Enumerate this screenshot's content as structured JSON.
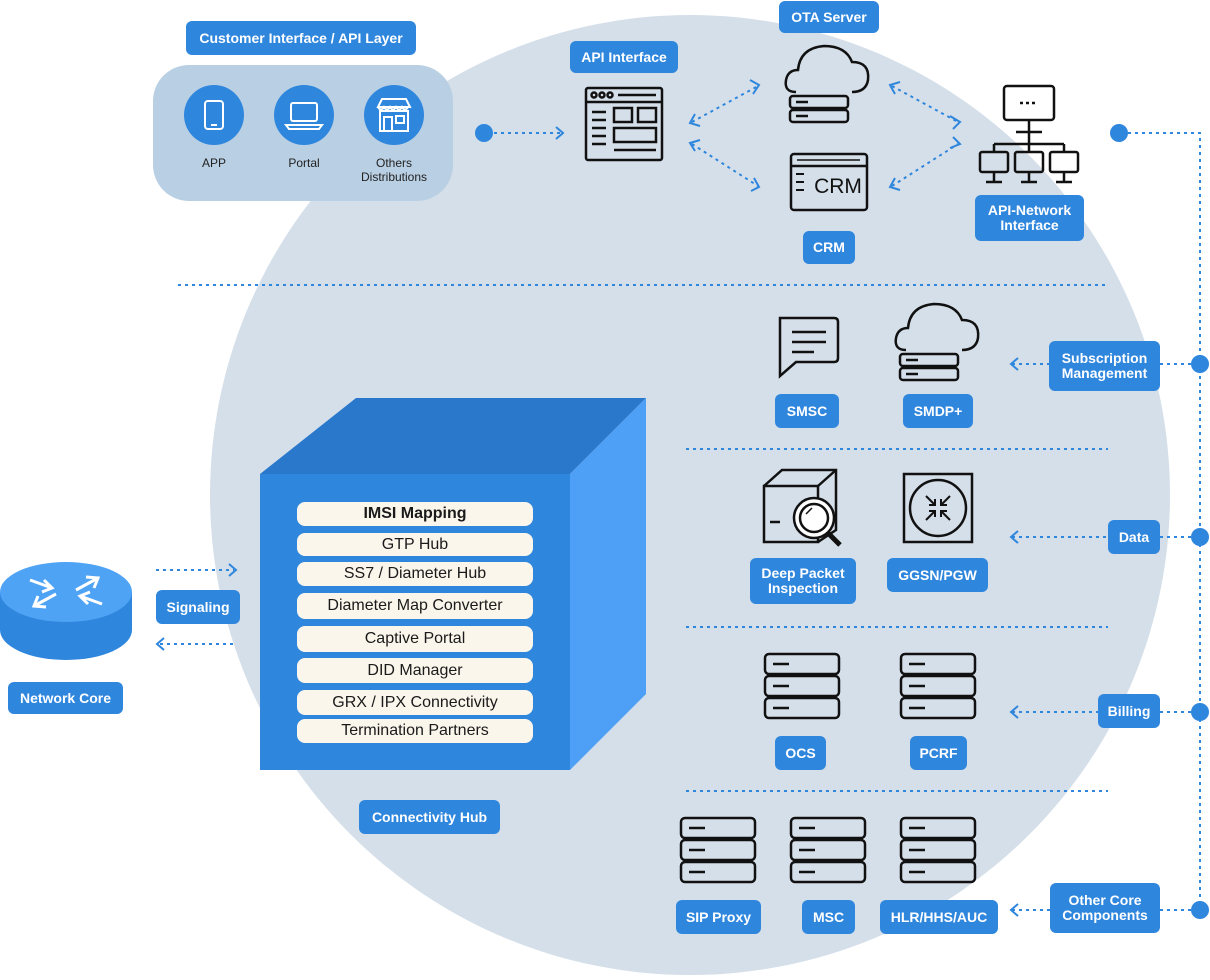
{
  "customer_layer": {
    "title": "Customer Interface / API Layer",
    "items": [
      {
        "label": "APP",
        "icon": "tablet-icon"
      },
      {
        "label": "Portal",
        "icon": "laptop-icon"
      },
      {
        "label": "Others\nDistributions",
        "icon": "store-icon"
      }
    ]
  },
  "top": {
    "api_interface": "API Interface",
    "ota_server": "OTA Server",
    "crm": "CRM",
    "crm_icon_text": "CRM",
    "api_network": "API-Network\nInterface"
  },
  "services": {
    "smsc": "SMSC",
    "smdp": "SMDP+",
    "dpi": "Deep Packet\nInspection",
    "ggsn": "GGSN/PGW",
    "ocs": "OCS",
    "pcrf": "PCRF",
    "sip": "SIP Proxy",
    "msc": "MSC",
    "hlr": "HLR/HHS/AUC"
  },
  "side_labels": {
    "subscription": "Subscription\nManagement",
    "data": "Data",
    "billing": "Billing",
    "other_core": "Other Core\nComponents"
  },
  "network": {
    "core": "Network Core",
    "signaling": "Signaling"
  },
  "hub": {
    "title": "Connectivity Hub",
    "rows": [
      "IMSI Mapping",
      "GTP Hub",
      "SS7 / Diameter Hub",
      "Diameter Map Converter",
      "Captive Portal",
      "DID Manager",
      "GRX / IPX Connectivity",
      "Termination Partners"
    ]
  },
  "colors": {
    "accent": "#2f86dd",
    "circle": "#d5dfe9",
    "panel": "#b9cfe3",
    "cube_front": "#2f86dd",
    "cube_top": "#2a78cc",
    "cube_side": "#4da0f5",
    "row_bg": "#fbf6ec"
  }
}
